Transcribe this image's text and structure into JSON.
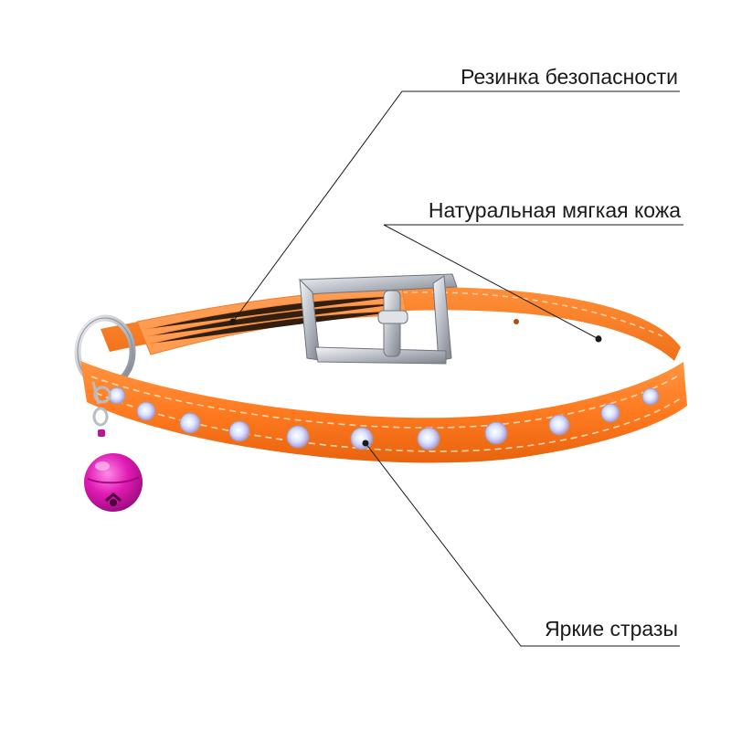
{
  "callouts": {
    "elastic": "Резинка безопасности",
    "leather": "Натуральная мягкая кожа",
    "rhinestones": "Яркие стразы"
  },
  "colors": {
    "collar": "#ff7a1f",
    "collar_dark": "#e0600a",
    "elastic": "#ff9a4a",
    "bell": "#e01bb5",
    "metal": "#c9ccd2",
    "line": "#1a1a1a"
  },
  "rhinestone_count": 11
}
